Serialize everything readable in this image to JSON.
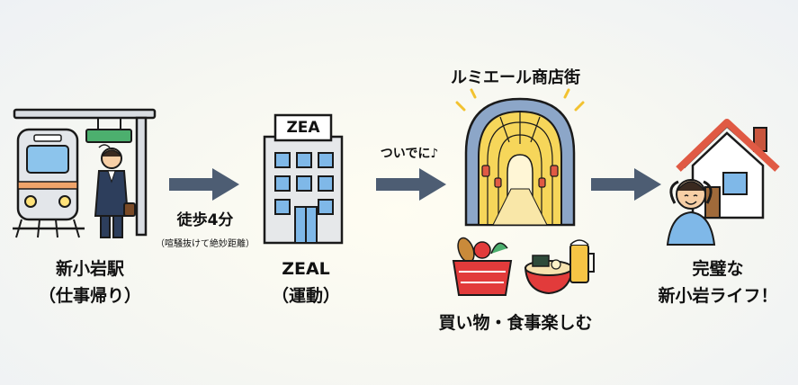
{
  "steps": {
    "station": {
      "line1": "新小岩駅",
      "line2": "（仕事帰り）"
    },
    "walk": {
      "label": "徒歩4分",
      "note": "（喧騒抜けて絶妙距離）"
    },
    "gym": {
      "sign": "ZEA",
      "line1": "ZEAL",
      "line2": "（運動）"
    },
    "by_the_way": "ついでに♪",
    "arcade": {
      "title": "ルミエール商店街",
      "caption": "買い物・食事楽しむ"
    },
    "home": {
      "line1": "完璧な",
      "line2": "新小岩ライフ！"
    }
  },
  "colors": {
    "arrow": "#4d5d73",
    "outline": "#1a1a1a",
    "building": "#e6e8ea",
    "window_blue": "#7fb8e8",
    "arcade_yellow": "#f6d65a",
    "roof_red": "#e05a44",
    "basket_red": "#e23b3b",
    "sign_green": "#4caf6e",
    "suit": "#2d3e5c"
  }
}
